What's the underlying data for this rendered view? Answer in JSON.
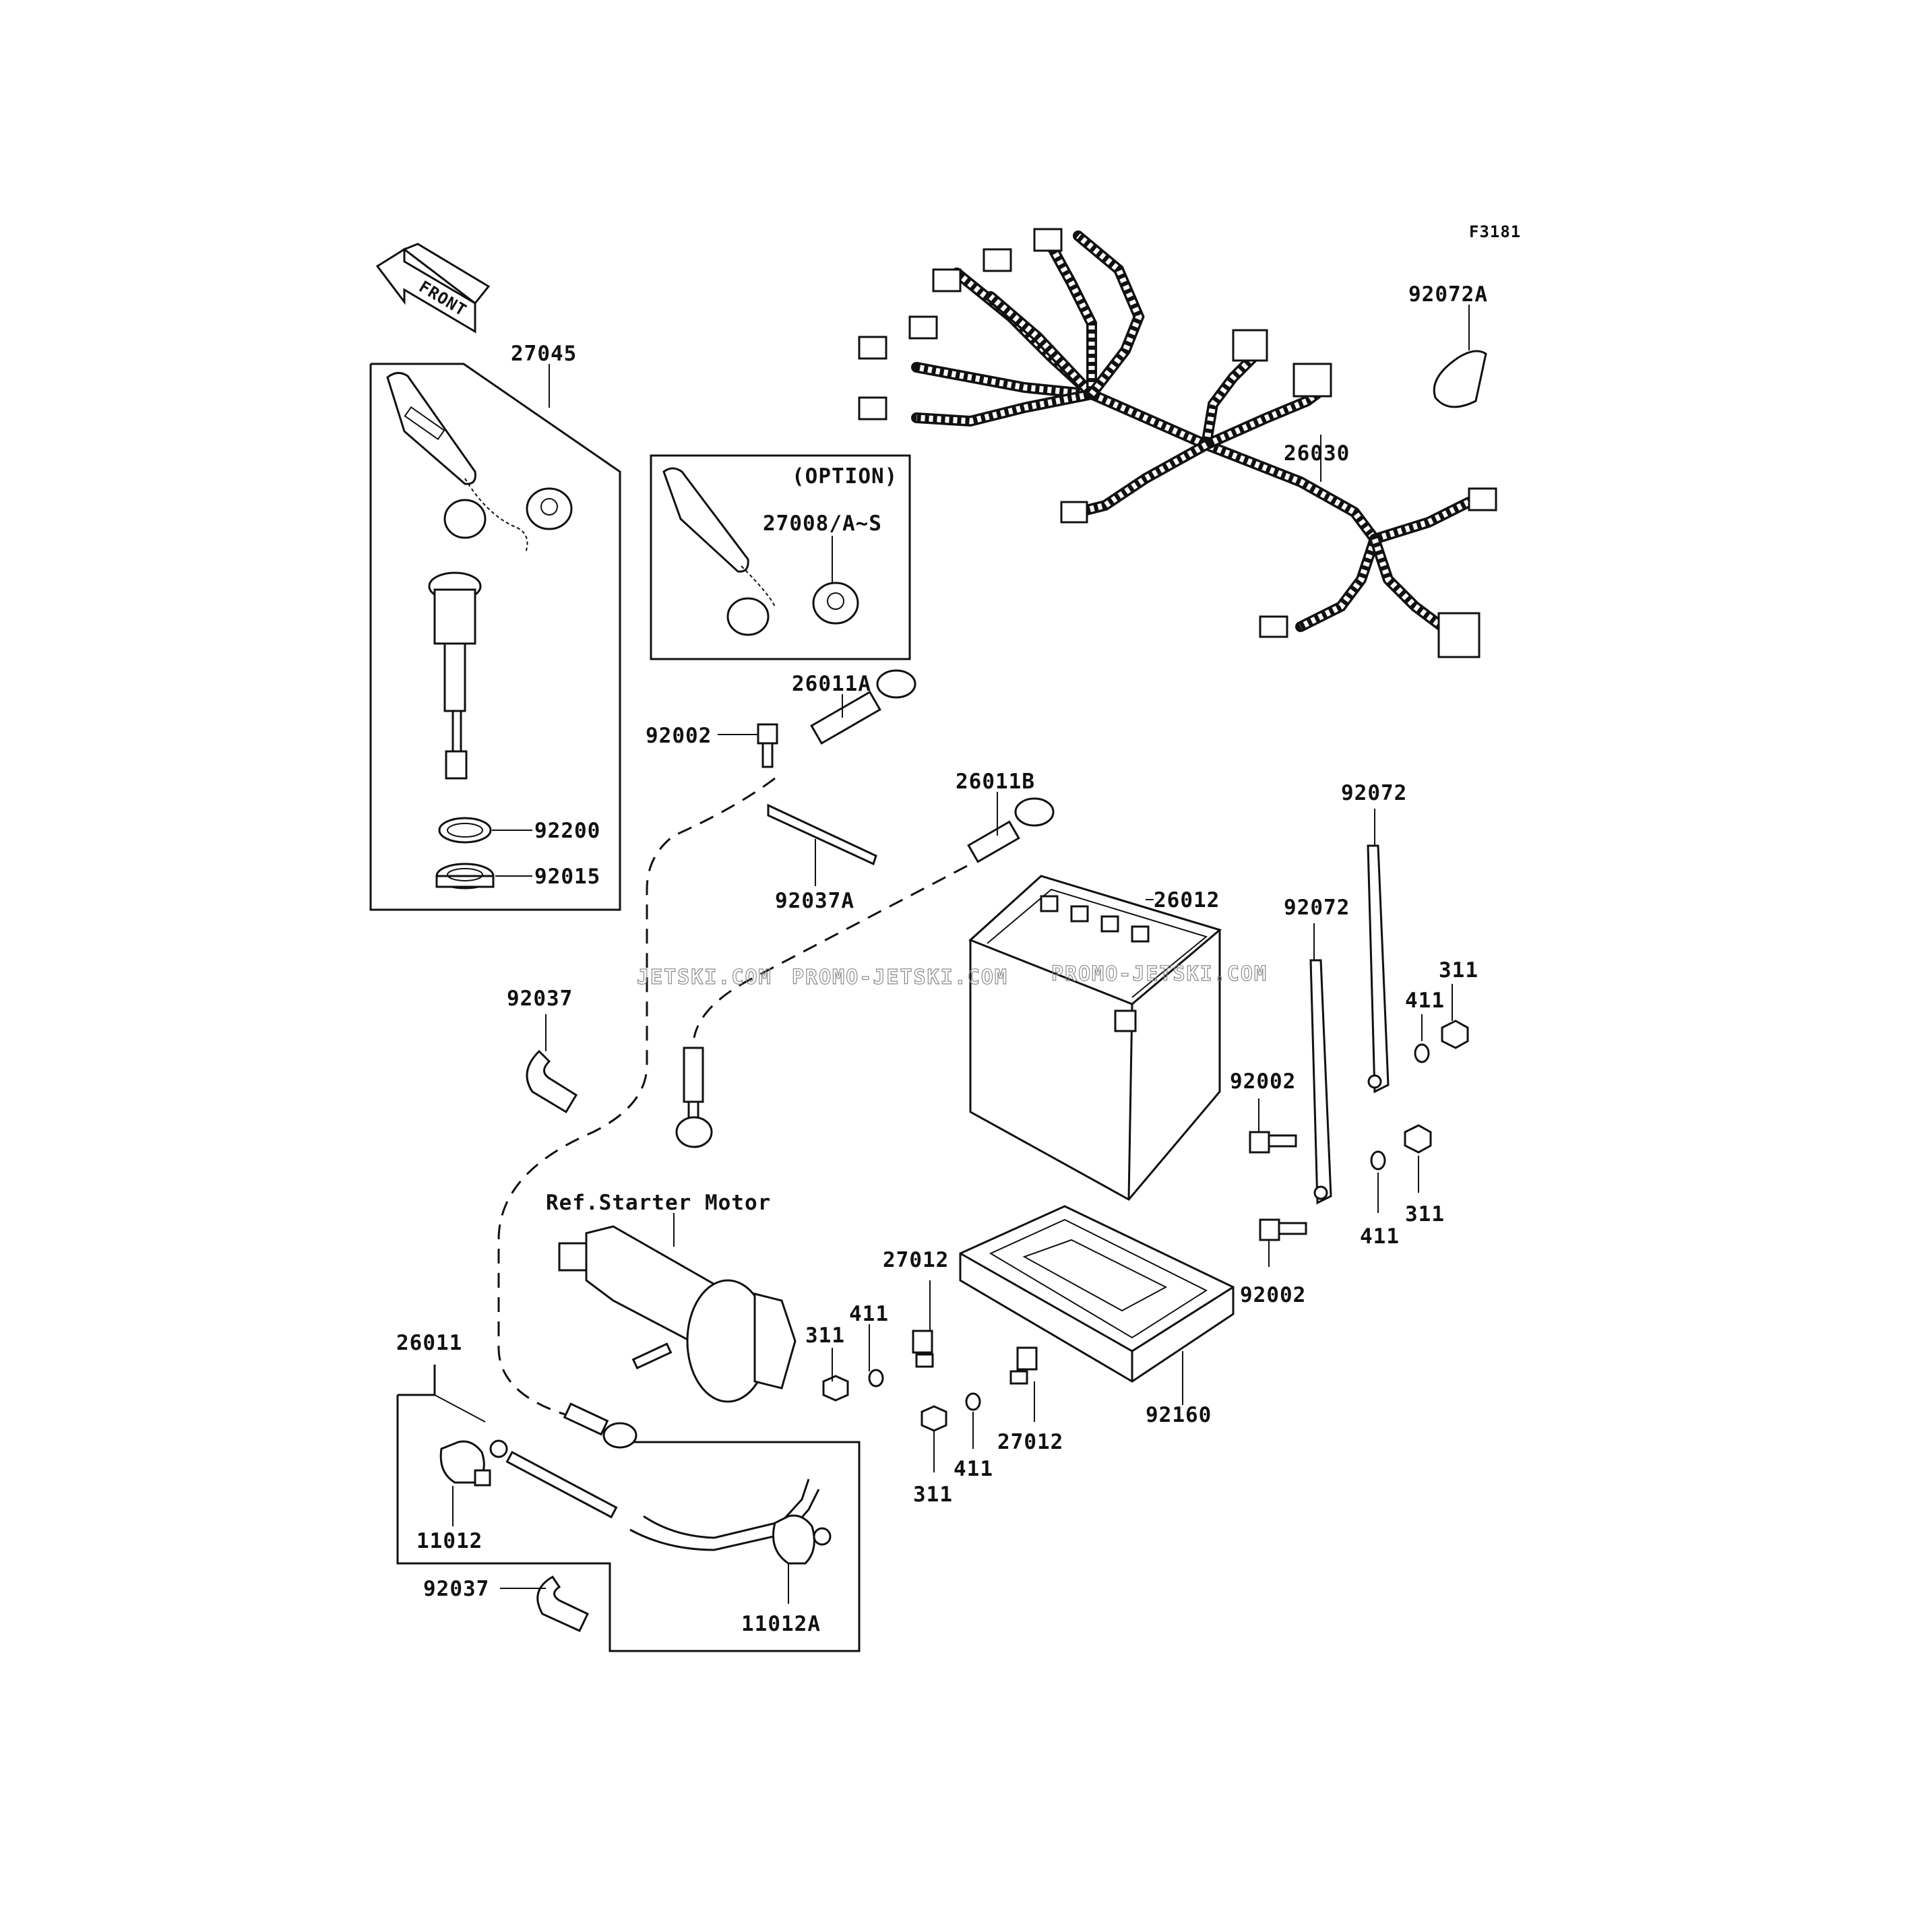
{
  "figure_code": "F3181",
  "front_arrow": {
    "label": "FRONT"
  },
  "option_label": "(OPTION)",
  "ref_label": "Ref.Starter Motor",
  "watermarks": [
    "JETSKI.COM",
    "PROMO-JETSKI.COM",
    "PROMO-JETSKI.COM"
  ],
  "parts": {
    "p27045": "27045",
    "p27008": "27008/A~S",
    "p92200": "92200",
    "p92015": "92015",
    "p92072A": "92072A",
    "p26030": "26030",
    "p26011A": "26011A",
    "p92002_top": "92002",
    "p26011B": "26011B",
    "p92037A": "92037A",
    "p26012": "26012",
    "p92072_a": "92072",
    "p92072_b": "92072",
    "p311_a": "311",
    "p411_a": "411",
    "p92002_a": "92002",
    "p311_b": "311",
    "p411_b": "411",
    "p92002_b": "92002",
    "p92037_top": "92037",
    "p27012_a": "27012",
    "p411_c": "411",
    "p311_c": "311",
    "p26011": "26011",
    "p92160": "92160",
    "p27012_b": "27012",
    "p411_d": "411",
    "p311_d": "311",
    "p11012": "11012",
    "p92037_bot": "92037",
    "p11012A": "11012A"
  }
}
